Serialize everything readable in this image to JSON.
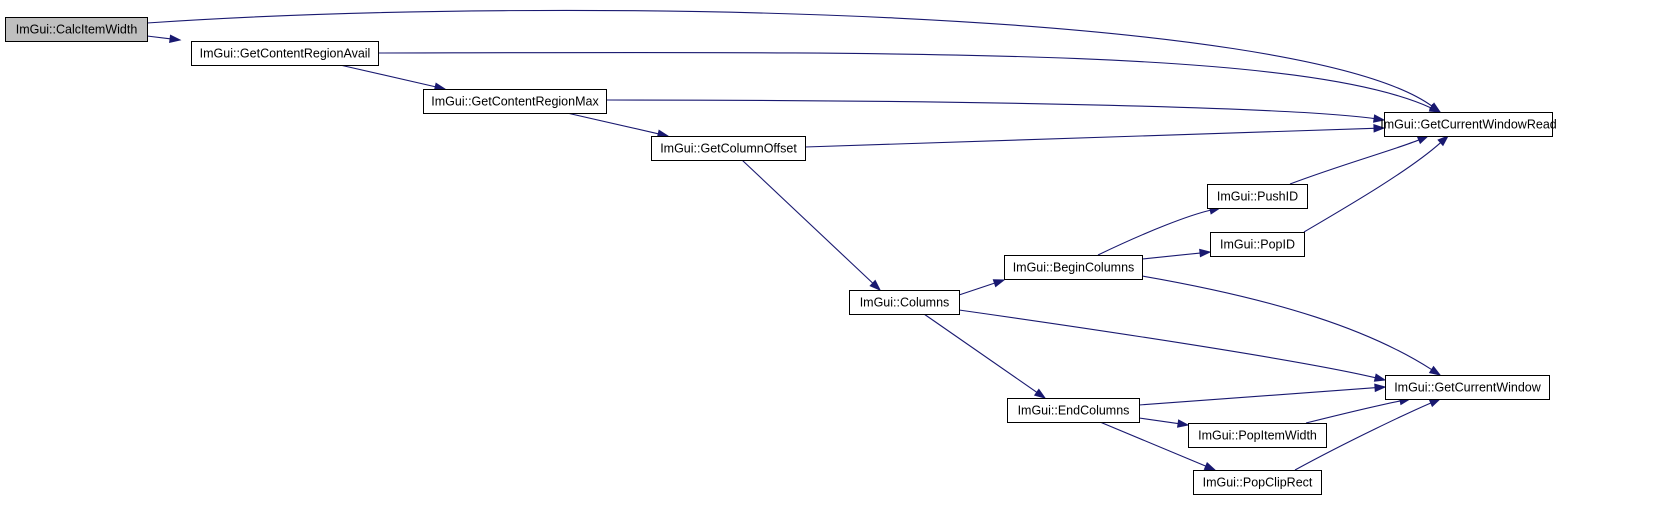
{
  "graph": {
    "edge_color": "#191970",
    "node_fill": "#ffffff",
    "root_fill": "#bfbfbf",
    "nodes": [
      {
        "id": "calc",
        "label": "ImGui::CalcItemWidth",
        "root": true
      },
      {
        "id": "avail",
        "label": "ImGui::GetContentRegionAvail"
      },
      {
        "id": "max",
        "label": "ImGui::GetContentRegionMax"
      },
      {
        "id": "coloff",
        "label": "ImGui::GetColumnOffset"
      },
      {
        "id": "cols",
        "label": "ImGui::Columns"
      },
      {
        "id": "begin",
        "label": "ImGui::BeginColumns"
      },
      {
        "id": "end",
        "label": "ImGui::EndColumns"
      },
      {
        "id": "push",
        "label": "ImGui::PushID"
      },
      {
        "id": "pop",
        "label": "ImGui::PopID"
      },
      {
        "id": "popw",
        "label": "ImGui::PopItemWidth"
      },
      {
        "id": "popclip",
        "label": "ImGui::PopClipRect"
      },
      {
        "id": "cwr",
        "label": "ImGui::GetCurrentWindowRead"
      },
      {
        "id": "cw",
        "label": "ImGui::GetCurrentWindow"
      }
    ],
    "edges": [
      {
        "from": "calc",
        "to": "avail"
      },
      {
        "from": "calc",
        "to": "cwr"
      },
      {
        "from": "avail",
        "to": "max"
      },
      {
        "from": "avail",
        "to": "cwr"
      },
      {
        "from": "max",
        "to": "coloff"
      },
      {
        "from": "max",
        "to": "cwr"
      },
      {
        "from": "coloff",
        "to": "cwr"
      },
      {
        "from": "coloff",
        "to": "cols"
      },
      {
        "from": "cols",
        "to": "begin"
      },
      {
        "from": "cols",
        "to": "end"
      },
      {
        "from": "cols",
        "to": "cw"
      },
      {
        "from": "begin",
        "to": "push"
      },
      {
        "from": "begin",
        "to": "pop"
      },
      {
        "from": "begin",
        "to": "cw"
      },
      {
        "from": "push",
        "to": "cwr"
      },
      {
        "from": "pop",
        "to": "cwr"
      },
      {
        "from": "end",
        "to": "cw"
      },
      {
        "from": "end",
        "to": "popw"
      },
      {
        "from": "end",
        "to": "popclip"
      },
      {
        "from": "popw",
        "to": "cw"
      },
      {
        "from": "popclip",
        "to": "cw"
      }
    ]
  }
}
